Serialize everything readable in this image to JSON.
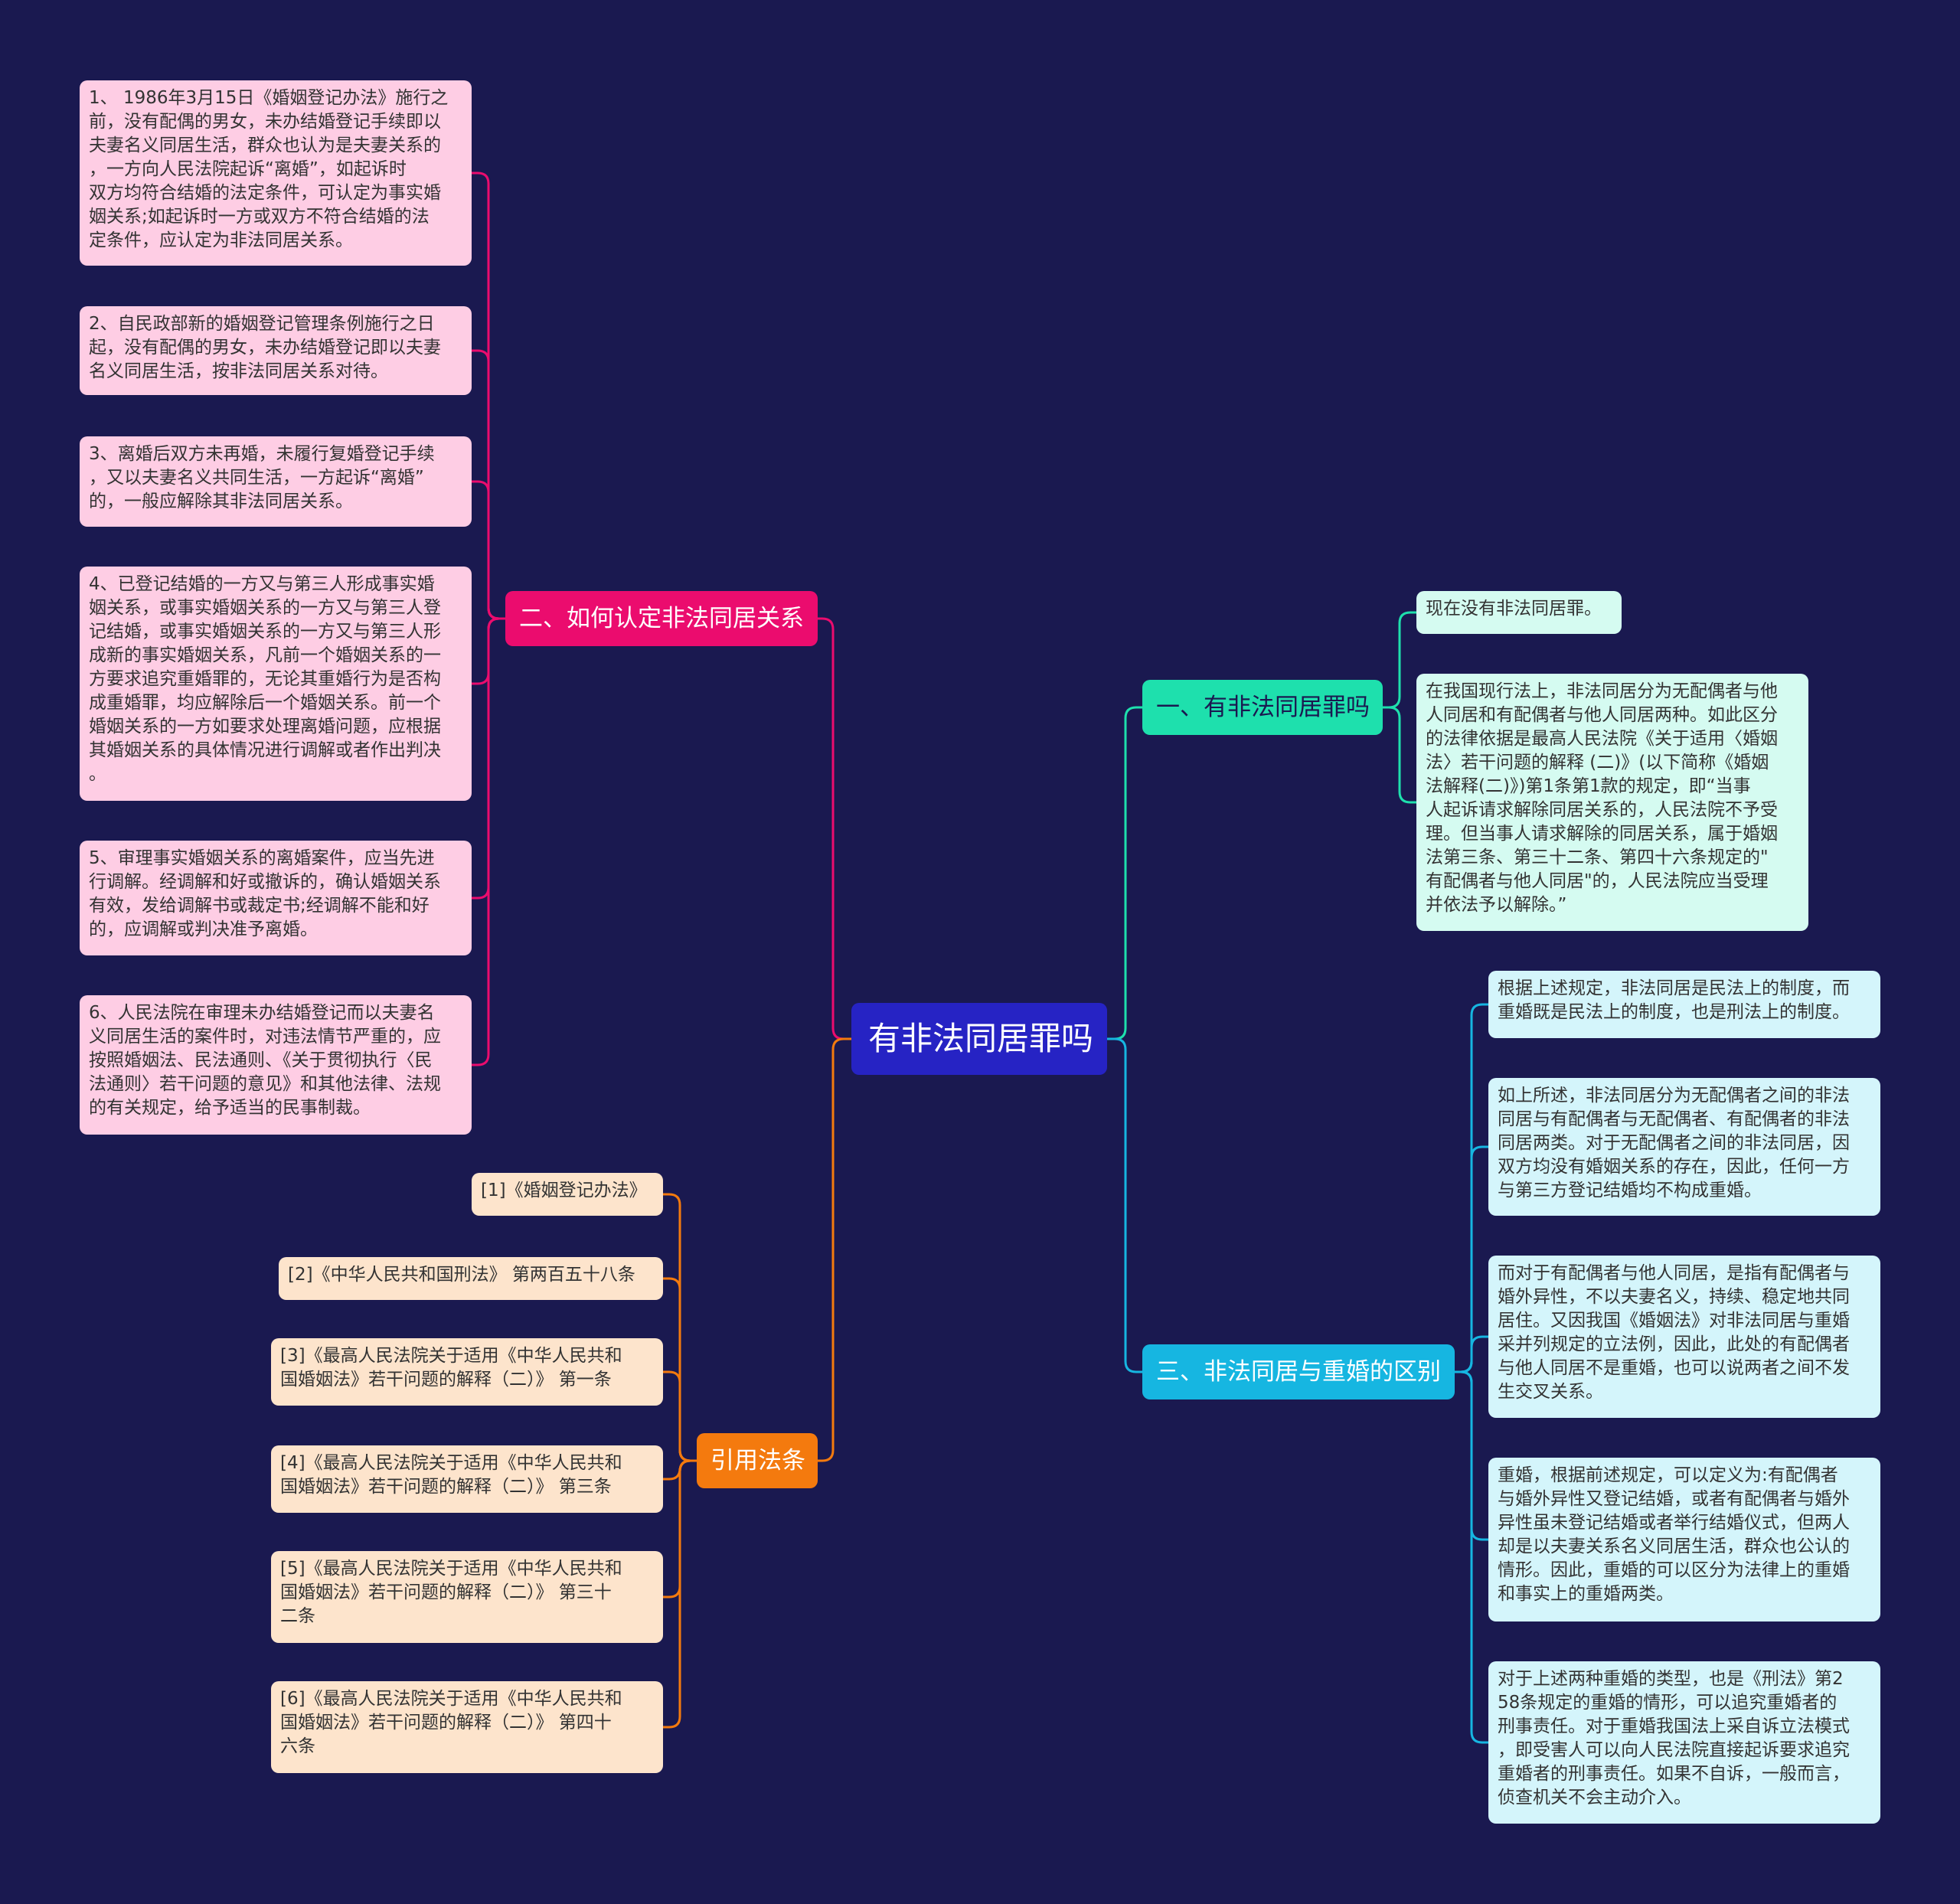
{
  "root": {
    "label": "有非法同居罪吗"
  },
  "colors": {
    "background": "#1a1950",
    "root": "#2623c4",
    "branch_pink": "#eb0c6e",
    "branch_mint": "#1ee0ad",
    "branch_cyan": "#16b6e1",
    "branch_orange": "#f47a0e"
  },
  "branches": {
    "b2": {
      "label": "二、如何认定非法同居关系",
      "items": [
        "1、 1986年3月15日《婚姻登记办法》施行之\n前，没有配偶的男女，未办结婚登记手续即以\n夫妻名义同居生活，群众也认为是夫妻关系的\n，一方向人民法院起诉“离婚”，如起诉时\n双方均符合结婚的法定条件，可认定为事实婚\n姻关系;如起诉时一方或双方不符合结婚的法\n定条件，应认定为非法同居关系。",
        "2、自民政部新的婚姻登记管理条例施行之日\n起，没有配偶的男女，未办结婚登记即以夫妻\n名义同居生活，按非法同居关系对待。",
        "3、离婚后双方未再婚，未履行复婚登记手续\n，又以夫妻名义共同生活，一方起诉“离婚”\n的，一般应解除其非法同居关系。",
        "4、已登记结婚的一方又与第三人形成事实婚\n姻关系，或事实婚姻关系的一方又与第三人登\n记结婚，或事实婚姻关系的一方又与第三人形\n成新的事实婚姻关系，凡前一个婚姻关系的一\n方要求追究重婚罪的，无论其重婚行为是否构\n成重婚罪，均应解除后一个婚姻关系。前一个\n婚姻关系的一方如要求处理离婚问题，应根据\n其婚姻关系的具体情况进行调解或者作出判决\n。",
        "5、审理事实婚姻关系的离婚案件，应当先进\n行调解。经调解和好或撤诉的，确认婚姻关系\n有效，发给调解书或裁定书;经调解不能和好\n的，应调解或判决准予离婚。",
        "6、人民法院在审理未办结婚登记而以夫妻名\n义同居生活的案件时，对违法情节严重的，应\n按照婚姻法、民法通则、《关于贯彻执行〈民\n法通则〉若干问题的意见》和其他法律、法规\n的有关规定，给予适当的民事制裁。"
      ]
    },
    "b1": {
      "label": "一、有非法同居罪吗",
      "items": [
        "现在没有非法同居罪。",
        "在我国现行法上，非法同居分为无配偶者与他\n人同居和有配偶者与他人同居两种。如此区分\n的法律依据是最高人民法院《关于适用〈婚姻\n法〉若干问题的解释 (二)》(以下简称《婚姻\n法解释(二)》)第1条第1款的规定，即“当事\n人起诉请求解除同居关系的，人民法院不予受\n理。但当事人请求解除的同居关系，属于婚姻\n法第三条、第三十二条、第四十六条规定的\"\n有配偶者与他人同居\"的，人民法院应当受理\n并依法予以解除。”"
      ]
    },
    "b3": {
      "label": "三、非法同居与重婚的区别",
      "items": [
        "根据上述规定，非法同居是民法上的制度，而\n重婚既是民法上的制度，也是刑法上的制度。",
        "如上所述，非法同居分为无配偶者之间的非法\n同居与有配偶者与无配偶者、有配偶者的非法\n同居两类。对于无配偶者之间的非法同居，因\n双方均没有婚姻关系的存在，因此，任何一方\n与第三方登记结婚均不构成重婚。",
        "而对于有配偶者与他人同居，是指有配偶者与\n婚外异性，不以夫妻名义，持续、稳定地共同\n居住。又因我国《婚姻法》对非法同居与重婚\n采并列规定的立法例，因此，此处的有配偶者\n与他人同居不是重婚，也可以说两者之间不发\n生交叉关系。",
        "重婚，根据前述规定，可以定义为:有配偶者\n与婚外异性又登记结婚，或者有配偶者与婚外\n异性虽未登记结婚或者举行结婚仪式，但两人\n却是以夫妻关系名义同居生活，群众也公认的\n情形。因此，重婚的可以区分为法律上的重婚\n和事实上的重婚两类。",
        "对于上述两种重婚的类型，也是《刑法》第2\n58条规定的重婚的情形，可以追究重婚者的\n刑事责任。对于重婚我国法上采自诉立法模式\n，即受害人可以向人民法院直接起诉要求追究\n重婚者的刑事责任。如果不自诉，一般而言，\n侦查机关不会主动介入。"
      ]
    },
    "b4": {
      "label": "引用法条",
      "items": [
        "[1]《婚姻登记办法》",
        "[2]《中华人民共和国刑法》 第两百五十八条",
        "[3]《最高人民法院关于适用《中华人民共和\n国婚姻法》若干问题的解释（二）》 第一条",
        "[4]《最高人民法院关于适用《中华人民共和\n国婚姻法》若干问题的解释（二）》 第三条",
        "[5]《最高人民法院关于适用《中华人民共和\n国婚姻法》若干问题的解释（二）》 第三十\n二条",
        "[6]《最高人民法院关于适用《中华人民共和\n国婚姻法》若干问题的解释（二）》 第四十\n六条"
      ]
    }
  }
}
